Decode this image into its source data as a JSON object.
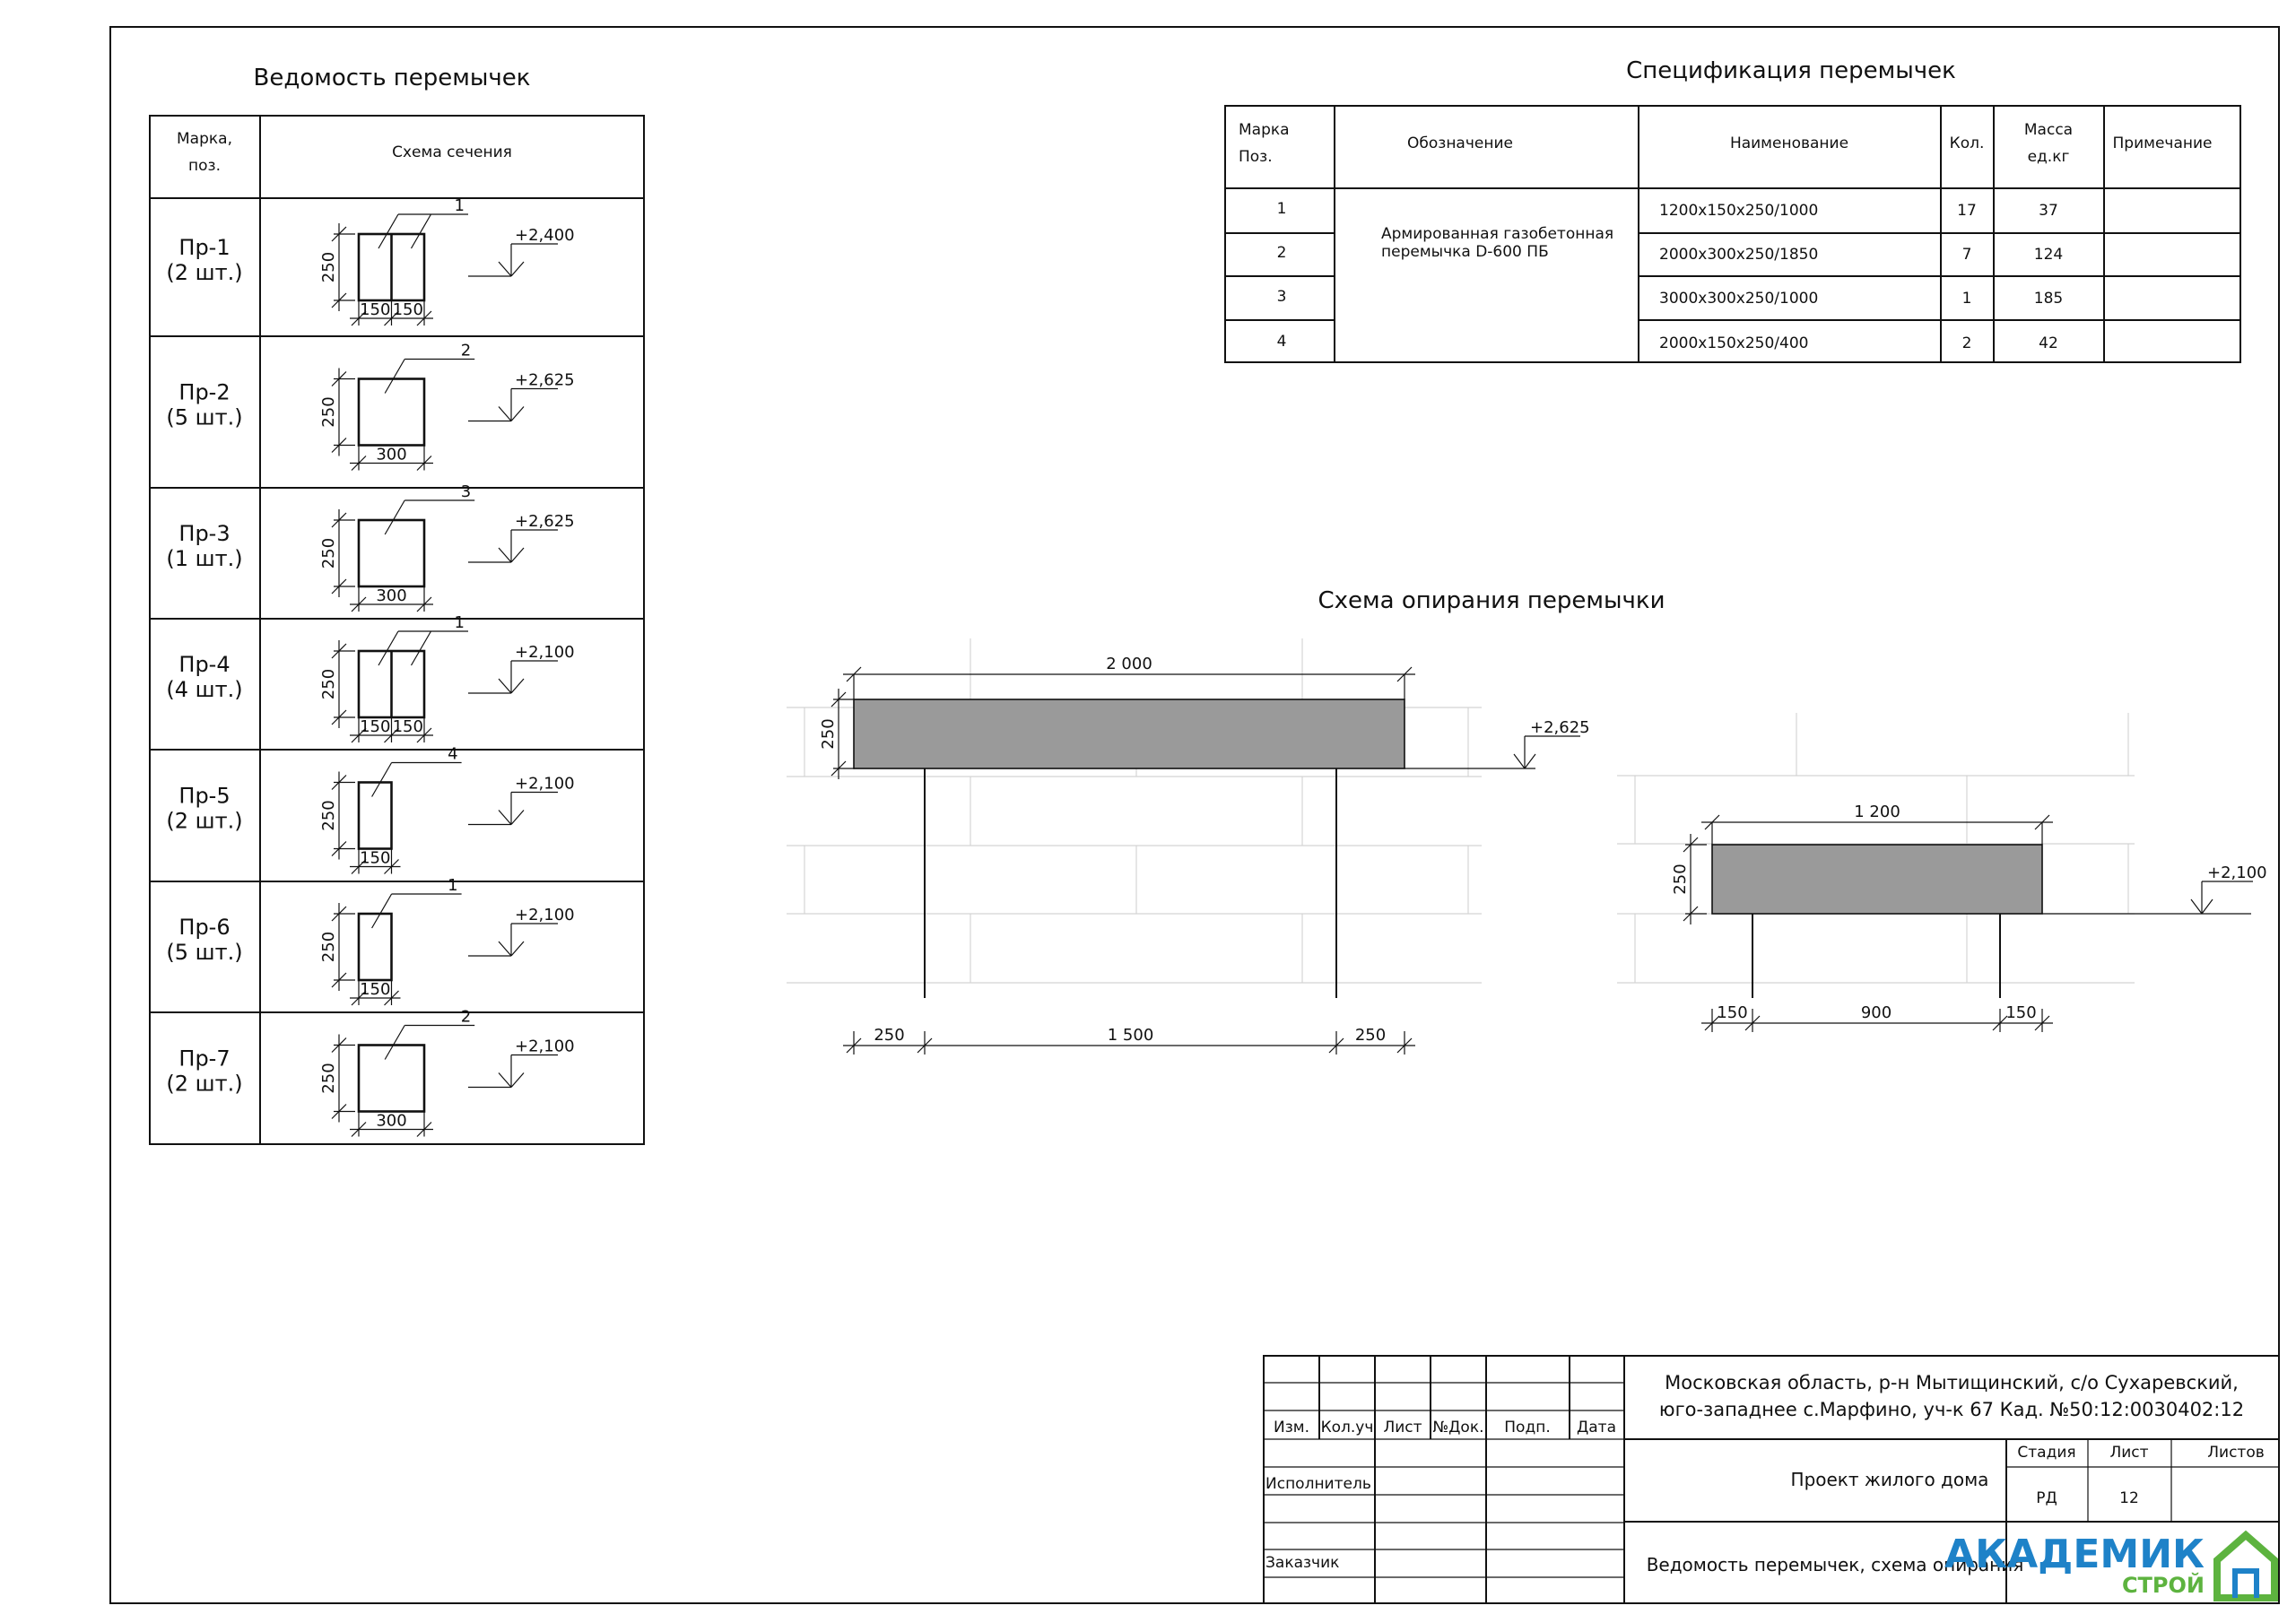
{
  "ved": {
    "title": "Ведомость перемычек",
    "head_mark": "Марка,\nпоз.",
    "head_scheme": "Схема сечения",
    "rows": [
      {
        "mark": "Пр-1",
        "qty": "(2 шт.)",
        "pos": "1",
        "h": "250",
        "widths": [
          "150",
          "150"
        ],
        "elev": "+2,400"
      },
      {
        "mark": "Пр-2",
        "qty": "(5 шт.)",
        "pos": "2",
        "h": "250",
        "widths": [
          "300"
        ],
        "elev": "+2,625"
      },
      {
        "mark": "Пр-3",
        "qty": "(1 шт.)",
        "pos": "3",
        "h": "250",
        "widths": [
          "300"
        ],
        "elev": "+2,625"
      },
      {
        "mark": "Пр-4",
        "qty": "(4 шт.)",
        "pos": "1",
        "h": "250",
        "widths": [
          "150",
          "150"
        ],
        "elev": "+2,100"
      },
      {
        "mark": "Пр-5",
        "qty": "(2 шт.)",
        "pos": "4",
        "h": "250",
        "widths": [
          "150"
        ],
        "elev": "+2,100"
      },
      {
        "mark": "Пр-6",
        "qty": "(5 шт.)",
        "pos": "1",
        "h": "250",
        "widths": [
          "150"
        ],
        "elev": "+2,100"
      },
      {
        "mark": "Пр-7",
        "qty": "(2 шт.)",
        "pos": "2",
        "h": "250",
        "widths": [
          "300"
        ],
        "elev": "+2,100"
      }
    ]
  },
  "spec": {
    "title": "Спецификация перемычек",
    "headers": [
      "Марка\nПоз.",
      "Обозначение",
      "Наименование",
      "Кол.",
      "Масса\nед.кг",
      "Примечание"
    ],
    "designation": "Армированная газобетонная\nперемычка D-600 ПБ",
    "rows": [
      {
        "pos": "1",
        "name": "1200х150х250/1000",
        "qty": "17",
        "mass": "37",
        "note": ""
      },
      {
        "pos": "2",
        "name": "2000х300х250/1850",
        "qty": "7",
        "mass": "124",
        "note": ""
      },
      {
        "pos": "3",
        "name": "3000х300х250/1000",
        "qty": "1",
        "mass": "185",
        "note": ""
      },
      {
        "pos": "4",
        "name": "2000х150х250/400",
        "qty": "2",
        "mass": "42",
        "note": ""
      }
    ]
  },
  "scheme": {
    "title": "Схема опирания перемычки",
    "a": {
      "length": "2 000",
      "h": "250",
      "elev": "+2,625",
      "bottom": [
        "250",
        "1 500",
        "250"
      ]
    },
    "b": {
      "length": "1 200",
      "h": "250",
      "elev": "+2,100",
      "bottom": [
        "150",
        "900",
        "150"
      ]
    }
  },
  "stamp": {
    "cols": [
      "Изм.",
      "Кол.уч",
      "Лист",
      "№Док.",
      "Подп.",
      "Дата"
    ],
    "executor": "Исполнитель",
    "customer": "Заказчик",
    "address": "Московская область, р-н Мытищинский, с/о Сухаревский,\nюго-западнее с.Марфино, уч-к 67  Кад. №50:12:0030402:12",
    "project": "Проект жилого дома",
    "stage_label": "Стадия",
    "sheet_label": "Лист",
    "sheets_label": "Листов",
    "stage": "РД",
    "sheet": "12",
    "sheets": "",
    "doc": "Ведомость перемычек, схема опирания",
    "logo_main": "АКАДЕМИК",
    "logo_sub": "СТРОЙ",
    "logo_color_blue": "#1e82c8",
    "logo_color_green": "#5db33f"
  }
}
